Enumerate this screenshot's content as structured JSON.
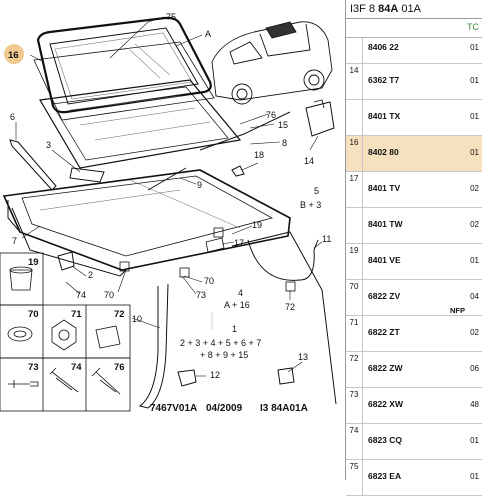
{
  "diagram": {
    "callouts": {
      "c75": "75",
      "cA": "A",
      "c16": "16",
      "c6": "6",
      "c3": "3",
      "c76": "76",
      "c15": "15",
      "c8": "8",
      "c14": "14",
      "c18": "18",
      "c9": "9",
      "c5": "5",
      "c5b": "B + 3",
      "c7": "7",
      "c19": "19",
      "c17": "17",
      "c11": "11",
      "c2": "2",
      "c74": "74",
      "c70": "70",
      "c70b": "70",
      "c73": "73",
      "c4": "4",
      "c4b": "A + 16",
      "c72": "72",
      "c10": "10",
      "c1": "1",
      "c1line1": "2 + 3 + 4 + 5 + 6 + 7",
      "c1line2": "+ 8 + 9 + 15",
      "c12": "12",
      "c13": "13"
    },
    "grid_labels": {
      "g19": "19",
      "g70": "70",
      "g71": "71",
      "g72": "72",
      "g73": "73",
      "g74": "74",
      "g76": "76"
    },
    "footer": {
      "code": "7467V01A",
      "date": "04/2009",
      "ref": "I3 84A01A"
    }
  },
  "panel": {
    "header_prefix": "I3F 8",
    "header_bold": "84A",
    "header_suffix": "01A",
    "column_tag": "TC",
    "rows": [
      {
        "ref": "",
        "part": "8406 22",
        "qty": "01",
        "note": ""
      },
      {
        "ref": "14",
        "part": "6362 T7",
        "qty": "01",
        "note": ""
      },
      {
        "ref": "",
        "part": "8401 TX",
        "qty": "01",
        "note": ""
      },
      {
        "ref": "16",
        "part": "8402 80",
        "qty": "01",
        "note": ""
      },
      {
        "ref": "17",
        "part": "8401 TV",
        "qty": "02",
        "note": ""
      },
      {
        "ref": "",
        "part": "8401 TW",
        "qty": "02",
        "note": ""
      },
      {
        "ref": "19",
        "part": "8401 VE",
        "qty": "01",
        "note": ""
      },
      {
        "ref": "70",
        "part": "6822 ZV",
        "qty": "04",
        "note": "NFP"
      },
      {
        "ref": "71",
        "part": "6822 ZT",
        "qty": "02",
        "note": ""
      },
      {
        "ref": "72",
        "part": "6822 ZW",
        "qty": "06",
        "note": ""
      },
      {
        "ref": "73",
        "part": "6822 XW",
        "qty": "48",
        "note": ""
      },
      {
        "ref": "74",
        "part": "6823 CQ",
        "qty": "01",
        "note": ""
      },
      {
        "ref": "75",
        "part": "6823 EA",
        "qty": "01",
        "note": ""
      }
    ]
  },
  "colors": {
    "highlight": "#f6e1be",
    "callout_circle": "#f3c98f",
    "tag_green": "#3c8c3c"
  }
}
